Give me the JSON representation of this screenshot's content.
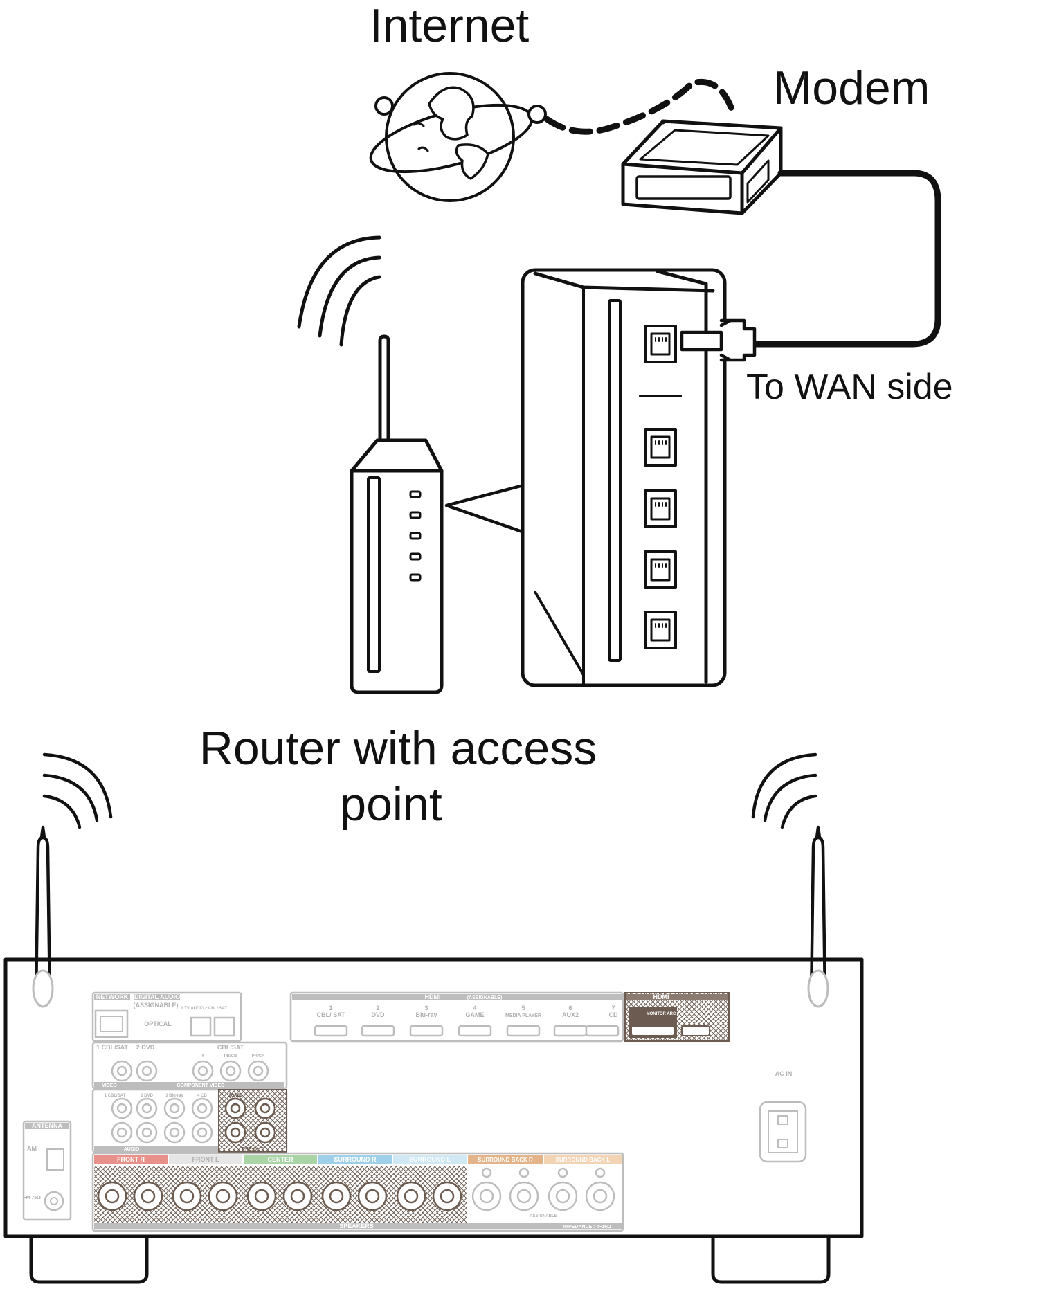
{
  "labels": {
    "internet": "Internet",
    "modem": "Modem",
    "wan_side": "To WAN side",
    "router_line1": "Router with access",
    "router_line2": "point"
  },
  "receiver_panel": {
    "network": "NETWORK",
    "digital_audio": "DIGITAL AUDIO",
    "assignable": "(ASSIGNABLE)",
    "optical": "OPTICAL",
    "optical_ports": [
      "1 TV AUDIO",
      "2 CBL/ SAT"
    ],
    "hdmi": "HDMI",
    "hdmi_inputs": [
      {
        "num": "1",
        "name": "CBL/ SAT"
      },
      {
        "num": "2",
        "name": "DVD"
      },
      {
        "num": "3",
        "name": "Blu-ray"
      },
      {
        "num": "4",
        "name": "GAME"
      },
      {
        "num": "5",
        "name": "MEDIA PLAYER"
      },
      {
        "num": "6",
        "name": "AUX2"
      },
      {
        "num": "7",
        "name": "CD"
      }
    ],
    "hdmi_monitor": "MONITOR ARC",
    "component_sources": [
      "1 CBL/SAT",
      "2 DVD"
    ],
    "component_right": "CBL/SAT",
    "component_ports": [
      "Y",
      "PB/CB",
      "PR/CR"
    ],
    "video": "VIDEO",
    "component_video": "COMPONENT VIDEO",
    "audio_sources": [
      "1 CBL/SAT",
      "2 DVD",
      "3 Blu-ray",
      "4 CD"
    ],
    "zone2": "ZONE2",
    "audio": "AUDIO",
    "pre_out": "PRE OUT",
    "antenna": "ANTENNA",
    "am": "AM",
    "fm": "FM 75Ω",
    "ac_in": "AC IN",
    "speaker_groups": [
      {
        "label": "FRONT R",
        "color": "#e8918a"
      },
      {
        "label": "FRONT L",
        "color": "#e6e6e6"
      },
      {
        "label": "CENTER",
        "color": "#a9d4a6"
      },
      {
        "label": "SURROUND R",
        "color": "#9fd0ea"
      },
      {
        "label": "SURROUND L",
        "color": "#cfe8f4"
      },
      {
        "label": "SURROUND BACK R",
        "color": "#e3b489"
      },
      {
        "label": "SURROUND BACK L",
        "color": "#f2d4b4"
      }
    ],
    "speakers": "SPEAKERS",
    "impedance": "IMPEDANCE : 4~16Ω",
    "assignable_small": "ASSIGNABLE"
  }
}
